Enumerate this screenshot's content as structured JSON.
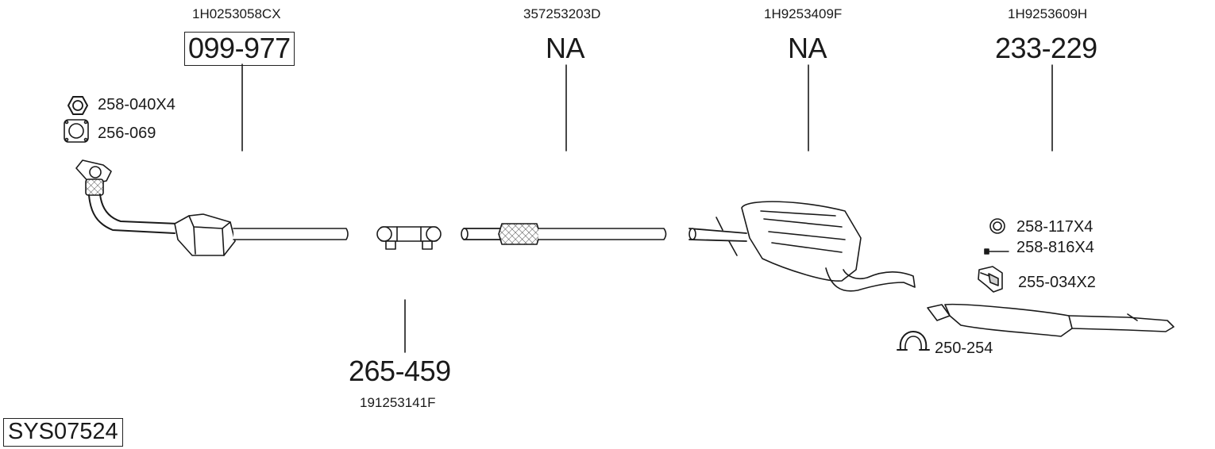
{
  "system_code": "SYS07524",
  "parts": [
    {
      "oem": "1H0253058CX",
      "number": "099-977",
      "boxed": true
    },
    {
      "oem": "357253203D",
      "number": "NA"
    },
    {
      "oem": "1H9253409F",
      "number": "NA"
    },
    {
      "oem": "1H9253609H",
      "number": "233-229"
    },
    {
      "oem": "191253141F",
      "number": "265-459"
    }
  ],
  "accessories": [
    {
      "number": "258-040X4",
      "icon": "hex-nut-icon"
    },
    {
      "number": "256-069",
      "icon": "gasket-icon"
    },
    {
      "number": "258-117X4",
      "icon": "ring-icon"
    },
    {
      "number": "258-816X4",
      "icon": "bolt-icon"
    },
    {
      "number": "255-034X2",
      "icon": "rubber-hanger-icon"
    },
    {
      "number": "250-254",
      "icon": "u-clamp-icon"
    }
  ],
  "colors": {
    "line": "#1a1a1a",
    "fill": "#ffffff",
    "shade": "#cfcfcf"
  }
}
